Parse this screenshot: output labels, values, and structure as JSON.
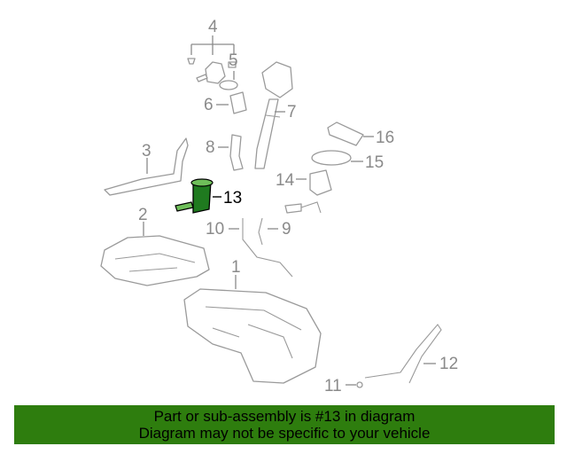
{
  "diagram": {
    "highlight_color": "#2e7d0e",
    "callouts": [
      {
        "id": "1",
        "label": "1"
      },
      {
        "id": "2",
        "label": "2"
      },
      {
        "id": "3",
        "label": "3"
      },
      {
        "id": "4",
        "label": "4"
      },
      {
        "id": "5",
        "label": "5"
      },
      {
        "id": "6",
        "label": "6"
      },
      {
        "id": "7",
        "label": "7"
      },
      {
        "id": "8",
        "label": "8"
      },
      {
        "id": "9",
        "label": "9"
      },
      {
        "id": "10",
        "label": "10"
      },
      {
        "id": "11",
        "label": "11"
      },
      {
        "id": "12",
        "label": "12"
      },
      {
        "id": "13",
        "label": "13",
        "highlighted": true
      },
      {
        "id": "14",
        "label": "14"
      },
      {
        "id": "15",
        "label": "15"
      },
      {
        "id": "16",
        "label": "16"
      }
    ]
  },
  "banner": {
    "background": "#2e7d0e",
    "line1": "Part or sub-assembly is #13 in diagram",
    "line2": "Diagram may not be specific to your vehicle"
  }
}
